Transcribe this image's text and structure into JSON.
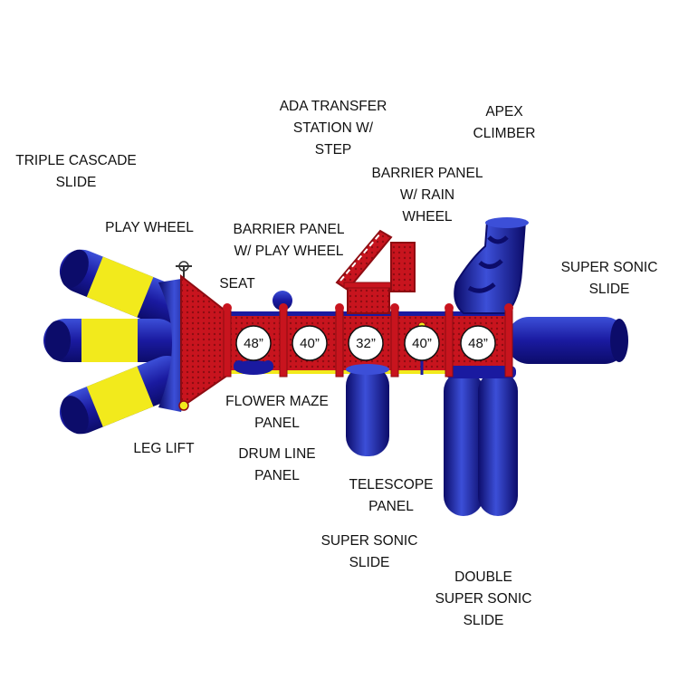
{
  "labels": {
    "triple_cascade_slide": [
      "TRIPLE CASCADE",
      "SLIDE"
    ],
    "play_wheel": [
      "PLAY WHEEL"
    ],
    "seat": [
      "SEAT"
    ],
    "leg_lift": [
      "LEG LIFT"
    ],
    "ada_transfer_station": [
      "ADA TRANSFER",
      "STATION W/",
      "STEP"
    ],
    "barrier_panel_play_wheel": [
      "BARRIER PANEL",
      "W/ PLAY WHEEL"
    ],
    "barrier_panel_rain_wheel": [
      "BARRIER PANEL",
      "W/ RAIN",
      "WHEEL"
    ],
    "apex_climber": [
      "APEX",
      "CLIMBER"
    ],
    "super_sonic_slide_right": [
      "SUPER SONIC",
      "SLIDE"
    ],
    "flower_maze_panel": [
      "FLOWER MAZE",
      "PANEL"
    ],
    "drum_line_panel": [
      "DRUM LINE",
      "PANEL"
    ],
    "telescope_panel": [
      "TELESCOPE",
      "PANEL"
    ],
    "super_sonic_slide_bottom": [
      "SUPER SONIC",
      "SLIDE"
    ],
    "double_super_sonic_slide": [
      "DOUBLE",
      "SUPER SONIC",
      "SLIDE"
    ]
  },
  "decks": [
    "48”",
    "40”",
    "32”",
    "40”",
    "48”"
  ],
  "colors": {
    "slide_blue": "#1a1aa0",
    "slide_blue_light": "#3c4fd8",
    "slide_yellow": "#f2ea1c",
    "deck_red": "#c8141e",
    "deck_red_dark": "#8e0c12",
    "text": "#111111"
  }
}
